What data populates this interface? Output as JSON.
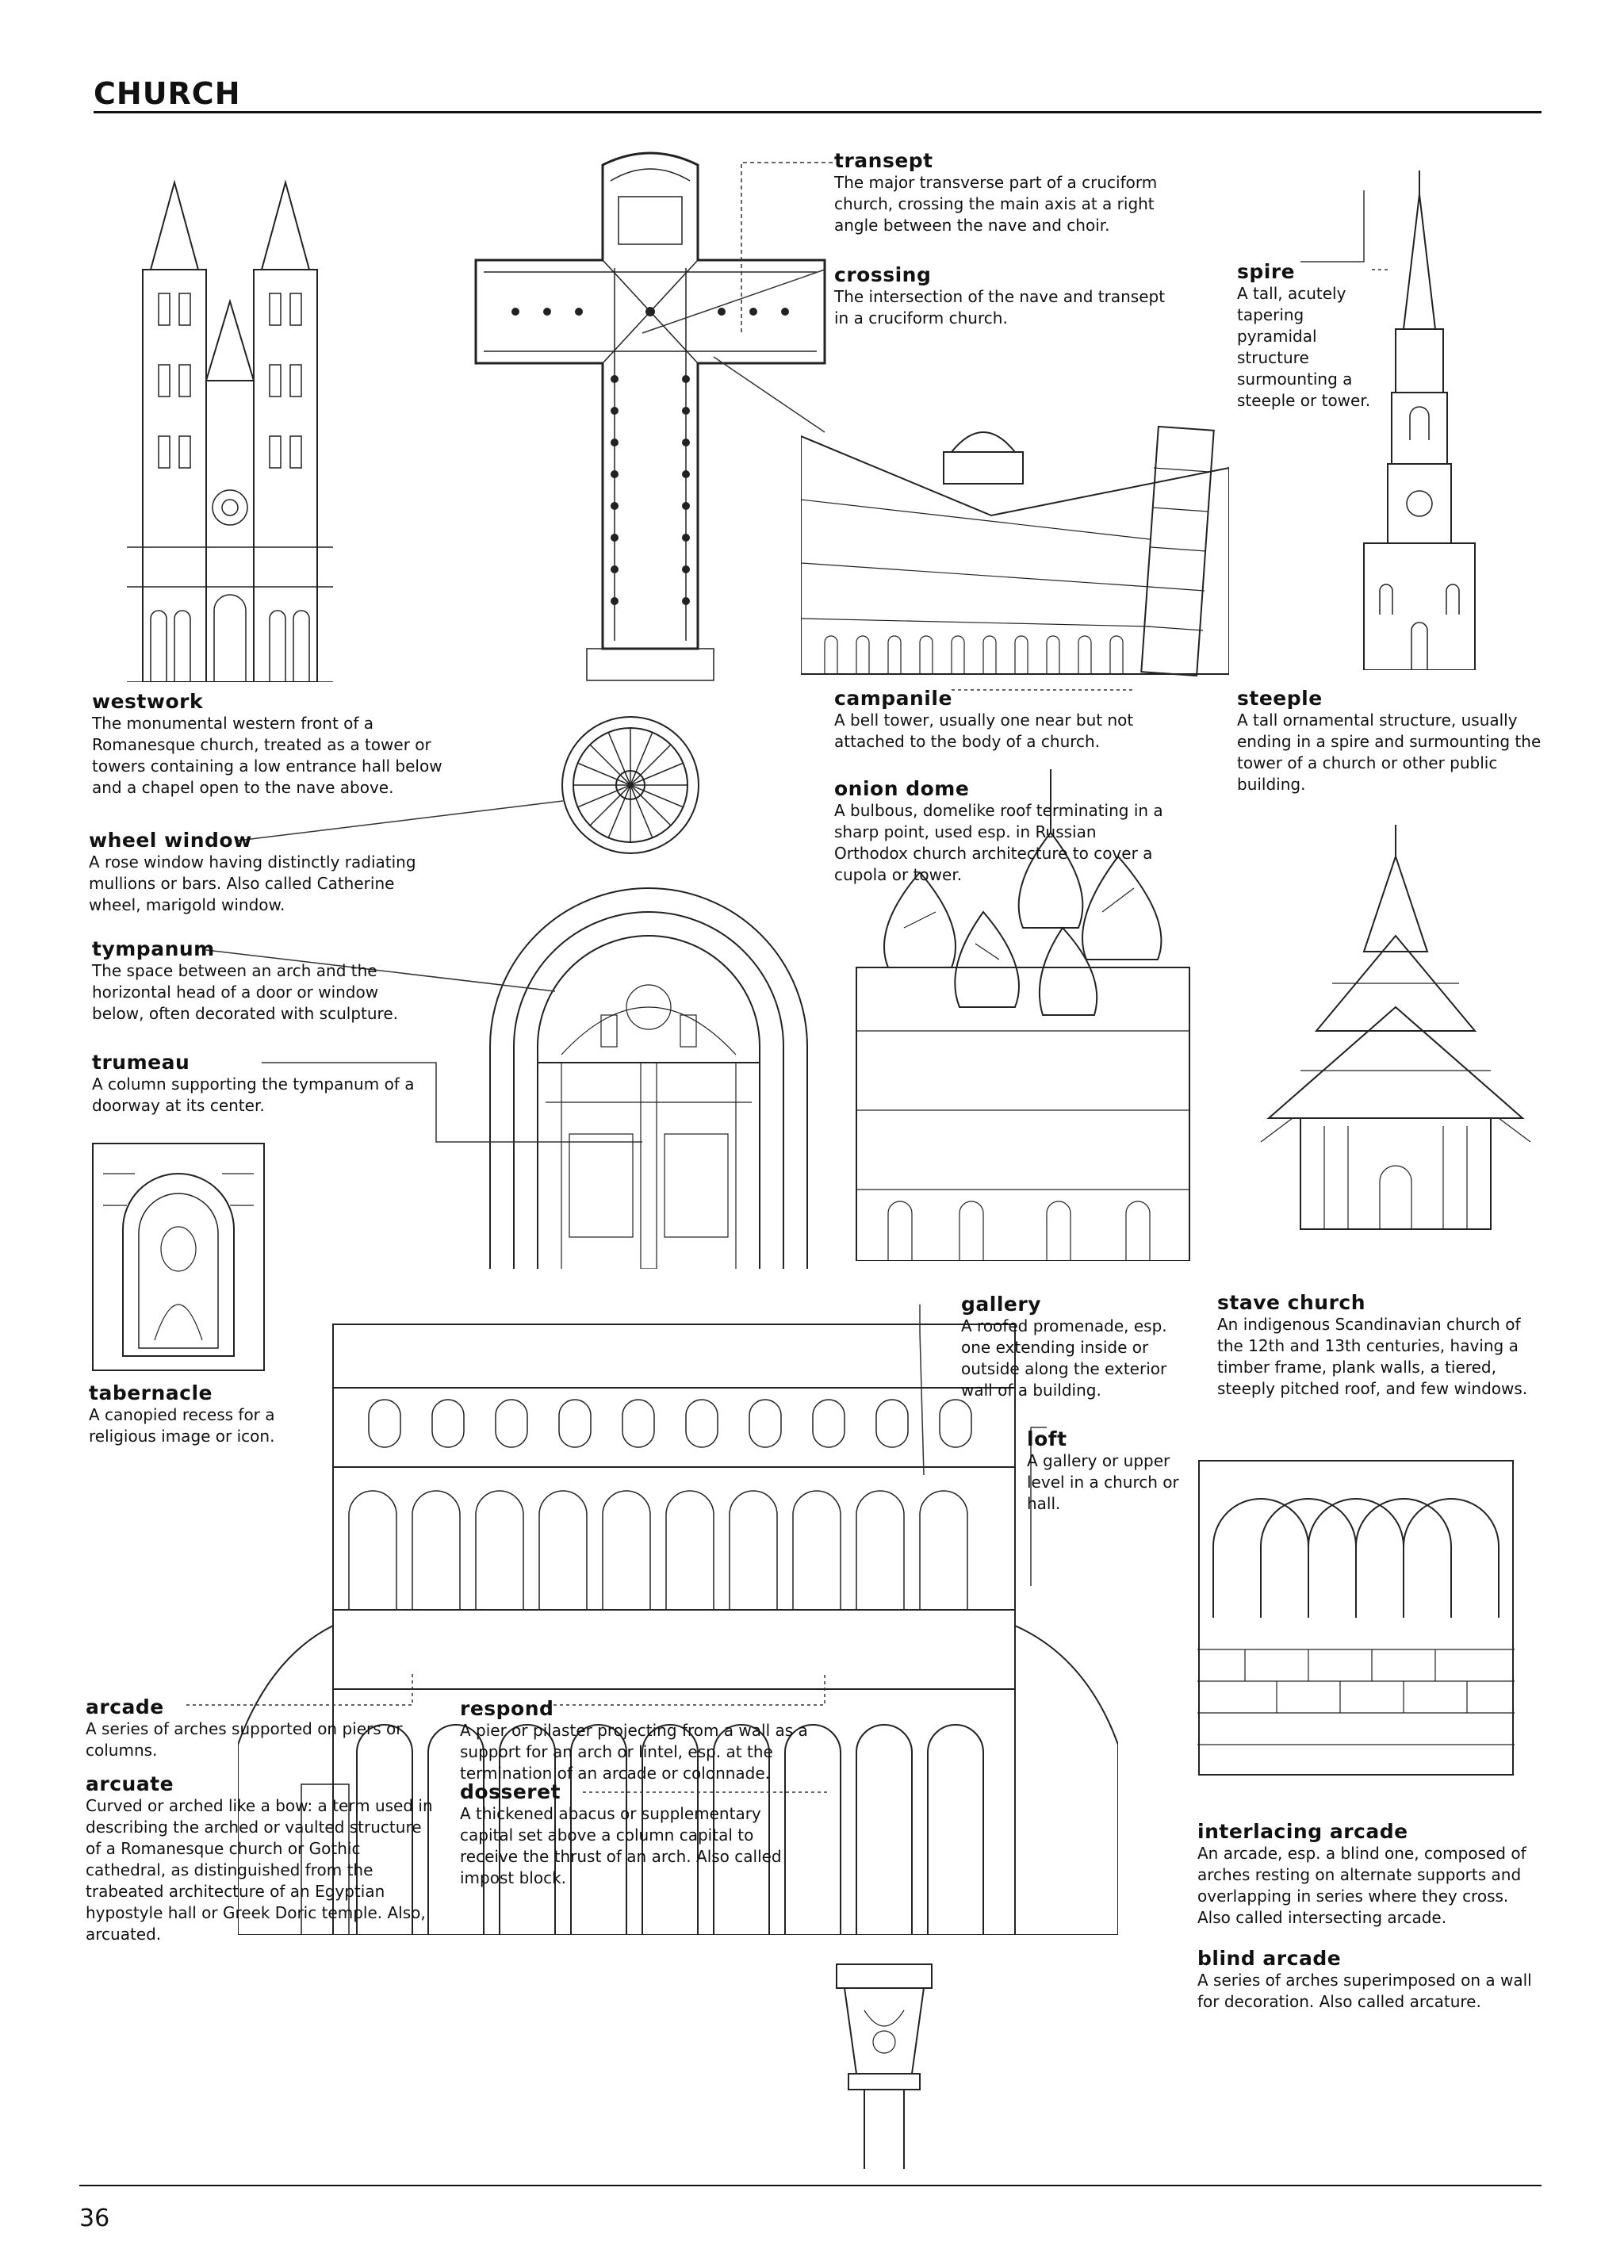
{
  "header": {
    "title": "CHURCH"
  },
  "footer": {
    "page_number": "36"
  },
  "entries": {
    "westwork": {
      "term": "westwork",
      "def": "The monumental western front of a Romanesque church, treated as a tower or towers containing a low entrance hall below and a chapel open to the nave above."
    },
    "transept": {
      "term": "transept",
      "def": "The major transverse part of a cruciform church, crossing the main axis at a right angle between the nave and choir."
    },
    "crossing": {
      "term": "crossing",
      "def": "The intersection of the nave and transept in a cruciform church."
    },
    "spire": {
      "term": "spire",
      "def": "A tall, acutely tapering pyramidal structure surmounting a steeple or tower."
    },
    "campanile": {
      "term": "campanile",
      "def": "A bell tower, usually one near but not attached to the body of a church."
    },
    "steeple": {
      "term": "steeple",
      "def": "A tall ornamental structure, usually ending in a spire and surmounting the tower of a church or other public building."
    },
    "onion_dome": {
      "term": "onion dome",
      "def": "A bulbous, domelike roof terminating in a sharp point, used esp. in Russian Orthodox church architecture to cover a cupola or tower."
    },
    "wheel_window": {
      "term": "wheel window",
      "def": "A rose window having distinctly radiating mullions or bars. Also called Catherine wheel, marigold window."
    },
    "tympanum": {
      "term": "tympanum",
      "def": "The space between an arch and the horizontal head of a door or window below, often decorated with sculpture."
    },
    "trumeau": {
      "term": "trumeau",
      "def": "A column supporting the tympanum of a doorway at its center."
    },
    "tabernacle": {
      "term": "tabernacle",
      "def": "A canopied recess for a religious image or icon."
    },
    "gallery": {
      "term": "gallery",
      "def": "A roofed promenade, esp. one extending inside or outside along the exterior wall of a building."
    },
    "loft": {
      "term": "loft",
      "def": "A gallery or upper level in a church or hall."
    },
    "stave_church": {
      "term": "stave church",
      "def": "An indigenous Scandinavian church of the 12th and 13th centuries, having a timber frame, plank walls, a tiered, steeply pitched roof, and few windows."
    },
    "arcade": {
      "term": "arcade",
      "def": "A series of arches supported on piers or columns."
    },
    "arcuate": {
      "term": "arcuate",
      "def": "Curved or arched like a bow: a term used in describing the arched or vaulted structure of a Romanesque church or Gothic cathedral, as distinguished from the trabeated architecture of an Egyptian hypostyle hall or Greek Doric temple. Also, arcuated."
    },
    "respond": {
      "term": "respond",
      "def": "A pier or pilaster projecting from a wall as a support for an arch or lintel, esp. at the termination of an arcade or colonnade."
    },
    "dosseret": {
      "term": "dosseret",
      "def": "A thickened abacus or supplementary capital set above a column capital to receive the thrust of an arch. Also called impost block."
    },
    "interlacing_arcade": {
      "term": "interlacing arcade",
      "def": "An arcade, esp. a blind one, composed of arches resting on alternate supports and overlapping in series where they cross. Also called intersecting arcade."
    },
    "blind_arcade": {
      "term": "blind arcade",
      "def": "A series of arches superimposed on a wall for decoration. Also called arcature."
    }
  }
}
